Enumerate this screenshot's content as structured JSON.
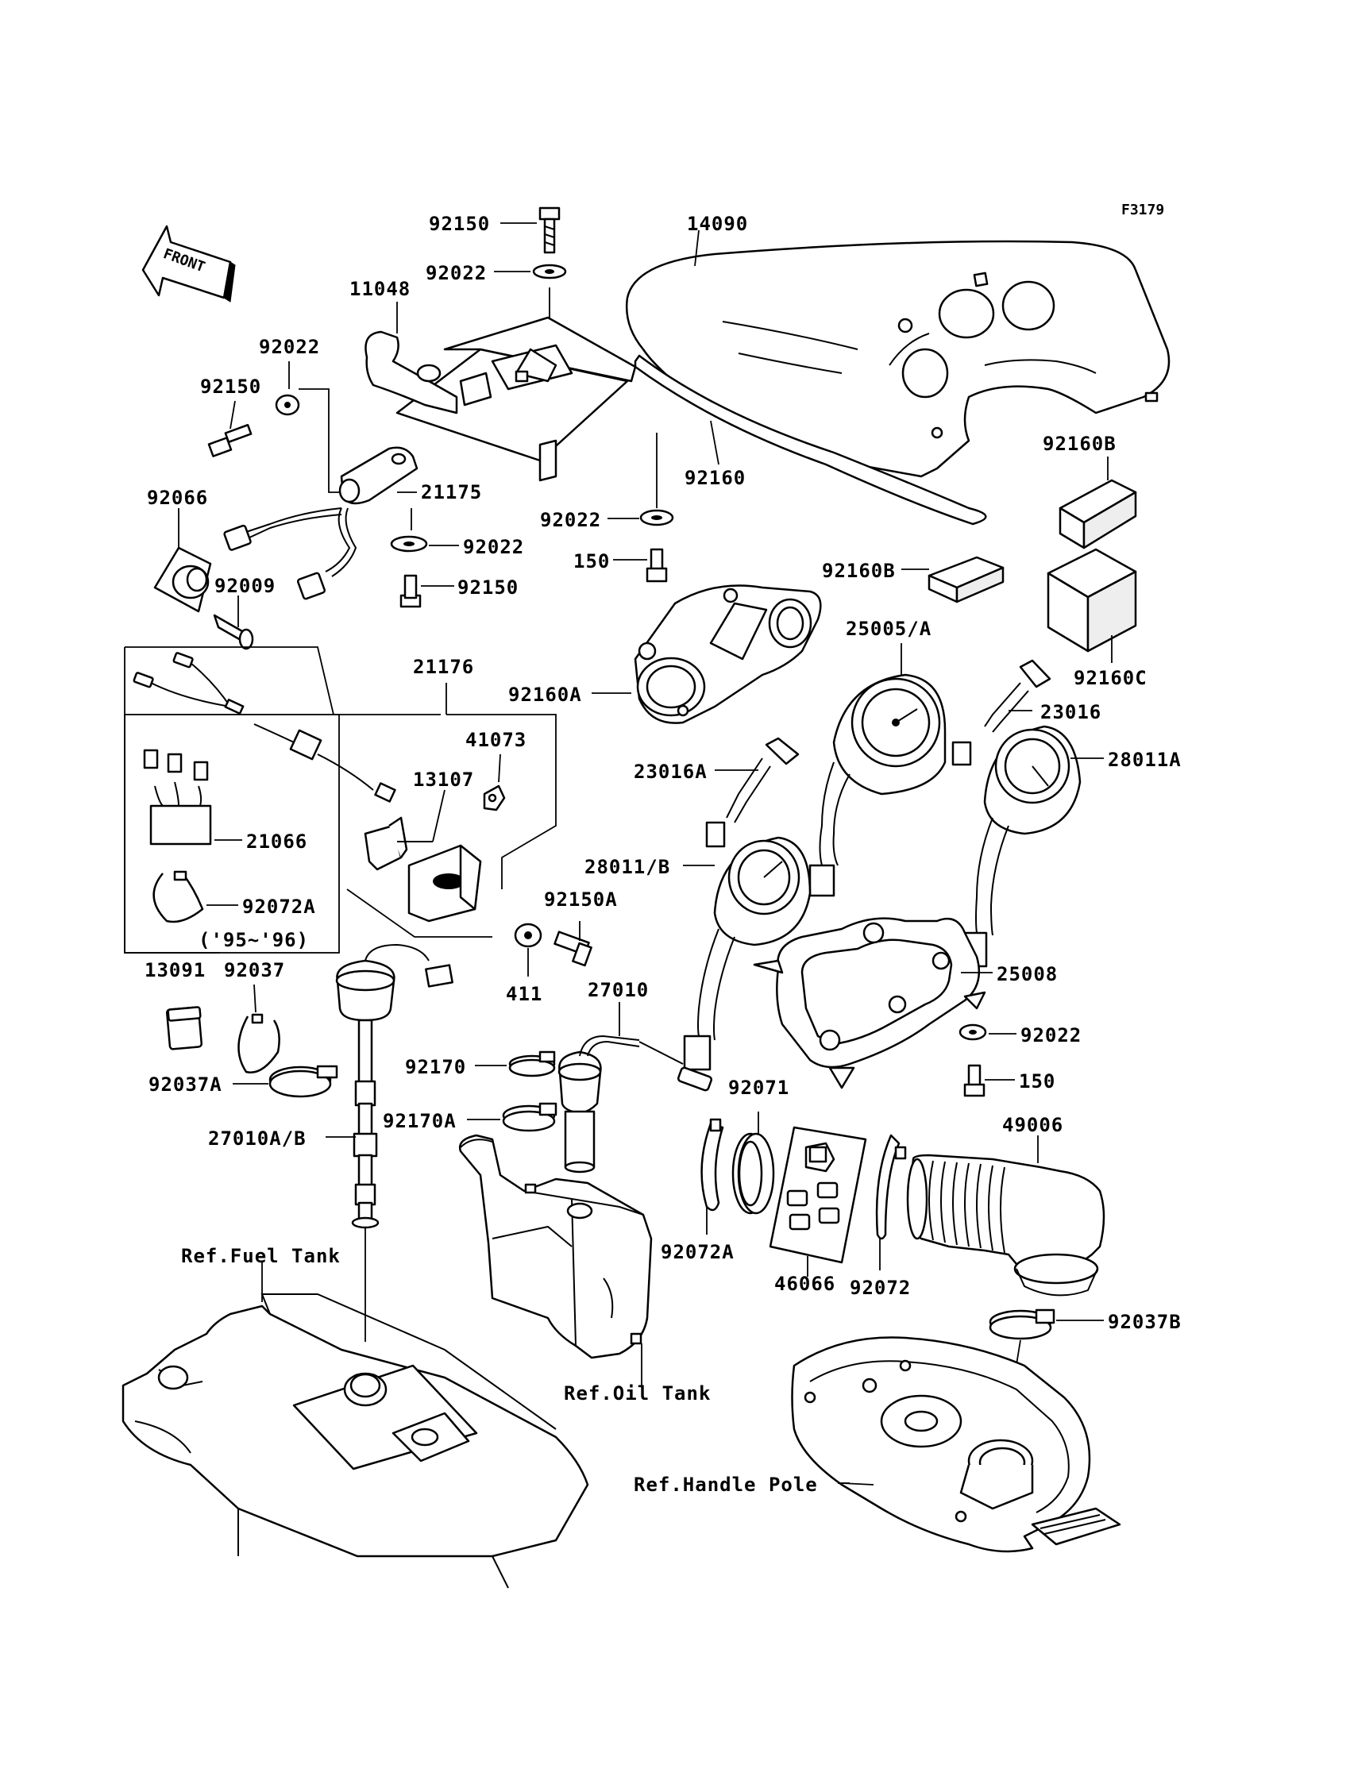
{
  "figure_code": "F3179",
  "front_label": "FRONT",
  "labels": {
    "p92150_top": "92150",
    "p92022_top": "92022",
    "p14090": "14090",
    "p11048": "11048",
    "p92022_l": "92022",
    "p92150_l": "92150",
    "p21175": "21175",
    "p92066": "92066",
    "p92022_m": "92022",
    "p92009": "92009",
    "p92150_m": "92150",
    "p92160": "92160",
    "p92022_c": "92022",
    "p150_c": "150",
    "p92160B_1": "92160B",
    "p92160B_2": "92160B",
    "p92160C": "92160C",
    "p21176": "21176",
    "p41073": "41073",
    "p13107": "13107",
    "p21066": "21066",
    "p92072A_l": "92072A",
    "years": "('95~'96)",
    "p92160A": "92160A",
    "p25005A": "25005/A",
    "p23016": "23016",
    "p23016A": "23016A",
    "p28011A": "28011A",
    "p28011B": "28011/B",
    "p92150A": "92150A",
    "p411": "411",
    "p13091": "13091",
    "p92037": "92037",
    "p92037A": "92037A",
    "p27010": "27010",
    "p25008": "25008",
    "p92022_r": "92022",
    "p150_r": "150",
    "p92170": "92170",
    "p92170A": "92170A",
    "p92071": "92071",
    "p49006": "49006",
    "p27010AB": "27010A/B",
    "p92072A_c": "92072A",
    "p46066": "46066",
    "p92072": "92072",
    "p92037B": "92037B",
    "ref_fuel": "Ref.Fuel Tank",
    "ref_oil": "Ref.Oil Tank",
    "ref_handle": "Ref.Handle Pole"
  }
}
